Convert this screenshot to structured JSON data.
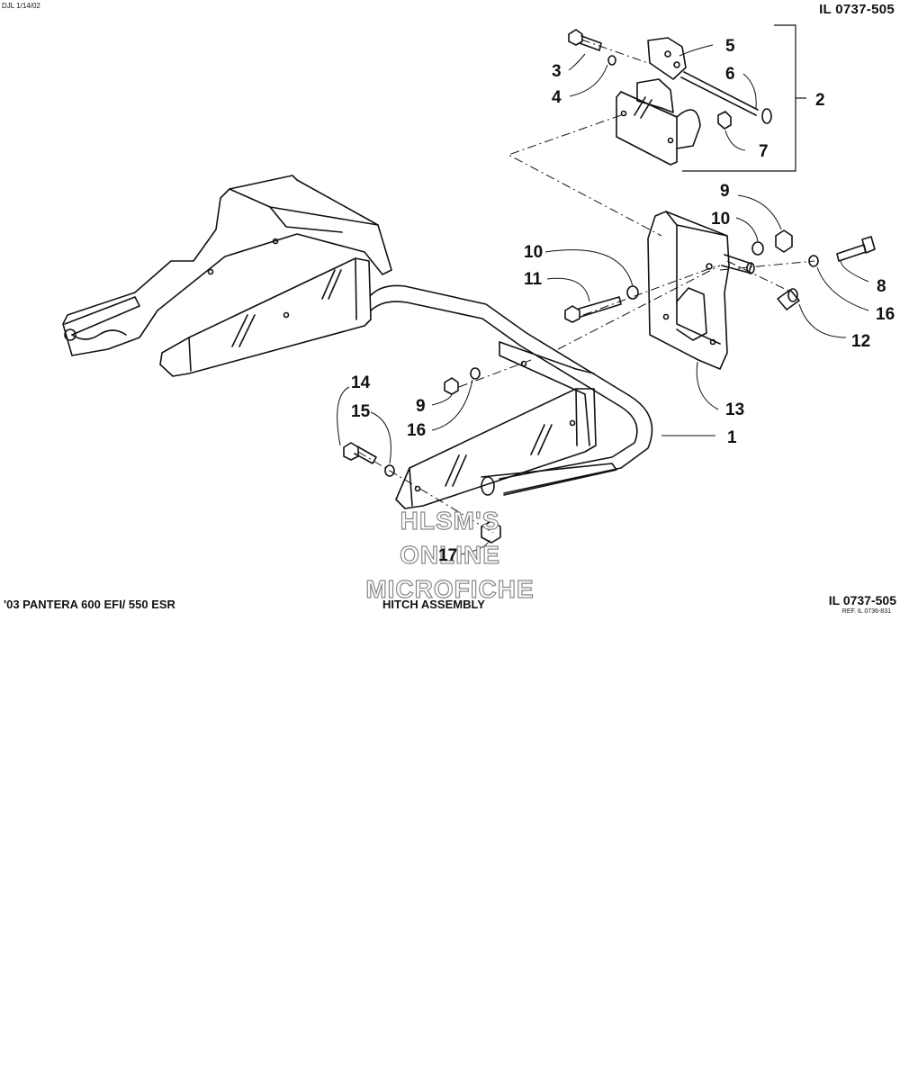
{
  "header": {
    "doc_date": "DJL 1/14/02",
    "doc_id": "IL 0737-505"
  },
  "footer": {
    "model": "'03 PANTERA 600 EFI/ 550 ESR",
    "title": "HITCH ASSEMBLY",
    "doc_id": "IL 0737-505",
    "ref": "REF. IL 0736-831"
  },
  "watermark": {
    "line1": "HLSM'S",
    "line2": "ONLINE",
    "line3": "MICROFICHE"
  },
  "callouts": [
    "1",
    "2",
    "3",
    "4",
    "5",
    "6",
    "7",
    "8",
    "9",
    "9",
    "10",
    "10",
    "11",
    "12",
    "13",
    "14",
    "15",
    "16",
    "16",
    "17"
  ],
  "colors": {
    "ink": "#111111",
    "paper": "#ffffff",
    "watermark_outline": "#888888"
  }
}
